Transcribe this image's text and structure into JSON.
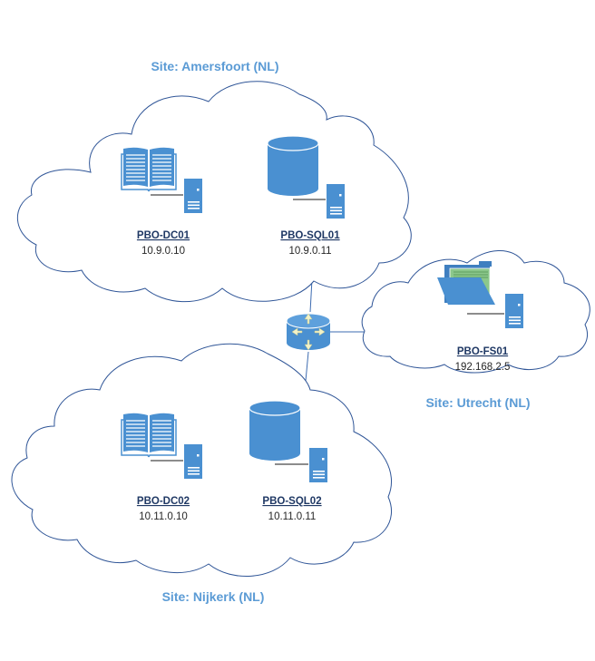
{
  "sites": {
    "amersfoort": {
      "label": "Site: Amersfoort (NL)"
    },
    "utrecht": {
      "label": "Site: Utrecht (NL)"
    },
    "nijkerk": {
      "label": "Site: Nijkerk (NL)"
    }
  },
  "hosts": {
    "dc01": {
      "name": "PBO-DC01",
      "ip": "10.9.0.10",
      "icon": "directory-book-icon"
    },
    "sql01": {
      "name": "PBO-SQL01",
      "ip": "10.9.0.11",
      "icon": "database-cylinder-icon"
    },
    "fs01": {
      "name": "PBO-FS01",
      "ip": "192.168.2.5",
      "icon": "folder-icon"
    },
    "dc02": {
      "name": "PBO-DC02",
      "ip": "10.11.0.10",
      "icon": "directory-book-icon"
    },
    "sql02": {
      "name": "PBO-SQL02",
      "ip": "10.11.0.11",
      "icon": "database-cylinder-icon"
    }
  },
  "router": {
    "icon": "router-icon"
  },
  "colors": {
    "site_label": "#5b9bd5",
    "host_name": "#1f3864",
    "cloud_outline": "#2f5597",
    "icon_fill": "#4a90d1"
  }
}
